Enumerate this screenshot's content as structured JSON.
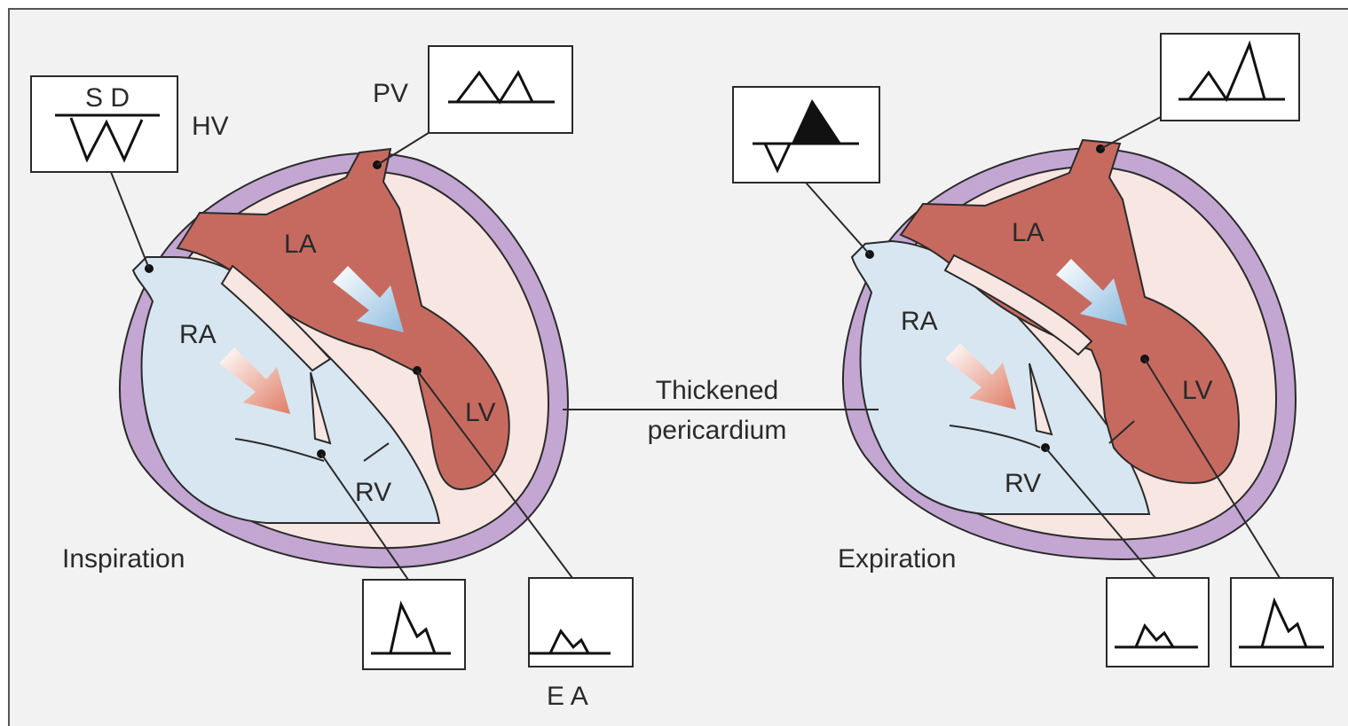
{
  "colors": {
    "background": "#f2f2f2",
    "pericardium_outer": "#c3a6d2",
    "pericardium_inner": "#f7e6e1",
    "left_heart": "#c66a60",
    "right_heart": "#d7e6f0",
    "outline": "#2a2a2a"
  },
  "labels": {
    "left_panel": {
      "phase": "Inspiration",
      "la": "LA",
      "ra": "RA",
      "lv": "LV",
      "rv": "RV",
      "pv": "PV",
      "hv": "HV",
      "sd": "S D",
      "ea": "E A"
    },
    "right_panel": {
      "phase": "Expiration",
      "la": "LA",
      "ra": "RA",
      "lv": "LV",
      "rv": "RV"
    },
    "center": {
      "line1": "Thickened",
      "line2": "pericardium"
    }
  },
  "icons": {
    "flow_arrow_left_atrium": "flow-arrow-icon",
    "flow_arrow_right_atrium": "flow-arrow-icon"
  }
}
